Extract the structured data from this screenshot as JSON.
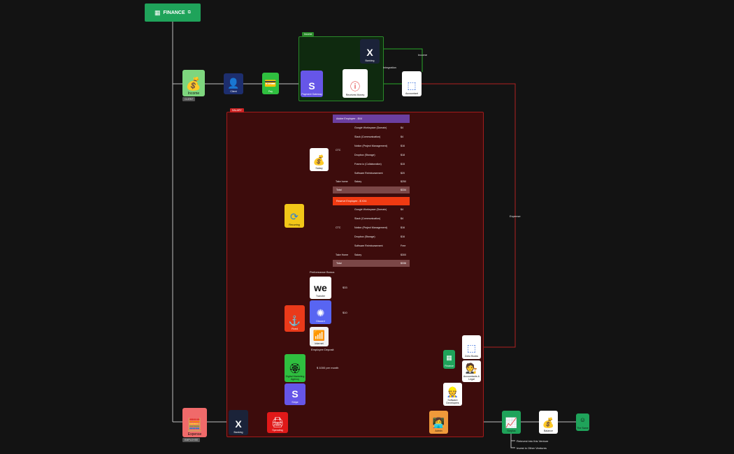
{
  "root": {
    "title": "FINANCE"
  },
  "income": {
    "label": "Income",
    "tag": "CLIENT",
    "client": "Client",
    "pay": "Pay",
    "payment_gateway": "Payment Gateway",
    "receives_money": "Receives Money",
    "accountant": "Accountant",
    "banking": "Banking",
    "group_tag": "Income",
    "integration": "Integration",
    "income_loop": "Income"
  },
  "expense": {
    "label": "Expense",
    "tag": "EMPLOYEE",
    "group_tag": "SALARY",
    "banking": "Banking",
    "spending": "Spending",
    "admin": "Admin",
    "expense_line": "Expense",
    "recurring": "Recurring",
    "salary": "Salary",
    "fixed": "Fixed",
    "transfer": "Transfer",
    "transfer_amt": "$33",
    "discord": "Discord",
    "discord_amt": "$10",
    "internet": "Internet",
    "employee_deposit": "Employee Deposit",
    "digital_marketing": "Digital Marketing Agency",
    "digital_amt": "$ 1000 per month",
    "stripe": "Stripe",
    "performance_bonus": "Performance Bonus",
    "finance": "Finance",
    "zoho": "Zoho Books",
    "accountants": "Accountants & Legal",
    "developers": "Software Developers",
    "surplus": "Surplus",
    "reinvest": "Reinvest into this Venture",
    "invest_other": "Invest in Other Ventures",
    "balance": "Balance",
    "the_same": "The Same"
  },
  "table1": {
    "header": "Adobe Employee - $X4",
    "ctc": "CTC",
    "take_home": "Take home",
    "items": [
      {
        "name": "Google Workspace (Domain)",
        "amt": "$4"
      },
      {
        "name": "Slack (Communication)",
        "amt": "$4"
      },
      {
        "name": "Notion (Project Management)",
        "amt": "$16"
      },
      {
        "name": "Dropbox (Storage)",
        "amt": "$18"
      },
      {
        "name": "Frame.io (Collaboration)",
        "amt": "$15"
      },
      {
        "name": "Software Reimbursement",
        "amt": "$20"
      }
    ],
    "salary": {
      "name": "Salary",
      "amt": "$250"
    },
    "total": {
      "name": "Total",
      "amt": "$334"
    }
  },
  "table2": {
    "header": "Reserve Employee - $ XX4",
    "ctc": "CTC",
    "take_home": "Take Home",
    "items": [
      {
        "name": "Google Workspace (Domain)",
        "amt": "$4"
      },
      {
        "name": "Slack (Communication)",
        "amt": "$4"
      },
      {
        "name": "Notion (Project Management)",
        "amt": "$16"
      },
      {
        "name": "Dropbox (Storage)",
        "amt": "$16"
      },
      {
        "name": "Software Reimbursement",
        "amt": "Free"
      }
    ],
    "salary": {
      "name": "Salary",
      "amt": "$300"
    },
    "total": {
      "name": "Total",
      "amt": "$336"
    }
  },
  "colors": {
    "background": "#131313",
    "income_group": "#0f2a0f",
    "expense_group": "#3d0c0c",
    "accent_red": "#c22",
    "accent_green": "#2a8a2a"
  }
}
